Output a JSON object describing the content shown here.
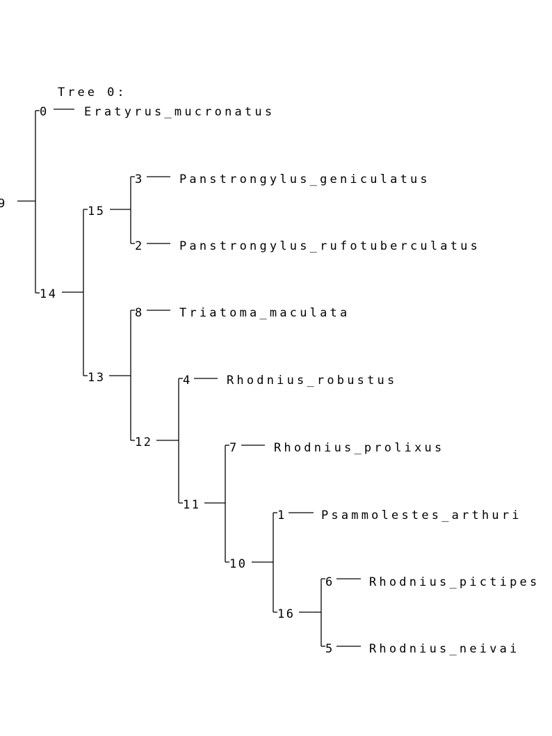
{
  "tree": {
    "title": "Tree 0:",
    "line_color": "#000000",
    "root_node": "9",
    "leaves": [
      {
        "node": "0",
        "taxon": "Eratyrus_mucronatus"
      },
      {
        "node": "3",
        "taxon": "Panstrongylus_geniculatus"
      },
      {
        "node": "2",
        "taxon": "Panstrongylus_rufotuberculatus"
      },
      {
        "node": "8",
        "taxon": "Triatoma_maculata"
      },
      {
        "node": "4",
        "taxon": "Rhodnius_robustus"
      },
      {
        "node": "7",
        "taxon": "Rhodnius_prolixus"
      },
      {
        "node": "1",
        "taxon": "Psammolestes_arthuri"
      },
      {
        "node": "6",
        "taxon": "Rhodnius_pictipes"
      },
      {
        "node": "5",
        "taxon": "Rhodnius_neivai"
      }
    ],
    "internal_nodes": [
      {
        "node": "9",
        "children": [
          "0",
          "14"
        ]
      },
      {
        "node": "14",
        "children": [
          "15",
          "13"
        ]
      },
      {
        "node": "15",
        "children": [
          "3",
          "2"
        ]
      },
      {
        "node": "13",
        "children": [
          "8",
          "12"
        ]
      },
      {
        "node": "12",
        "children": [
          "4",
          "11"
        ]
      },
      {
        "node": "11",
        "children": [
          "7",
          "10"
        ]
      },
      {
        "node": "10",
        "children": [
          "1",
          "16"
        ]
      },
      {
        "node": "16",
        "children": [
          "6",
          "5"
        ]
      }
    ]
  }
}
